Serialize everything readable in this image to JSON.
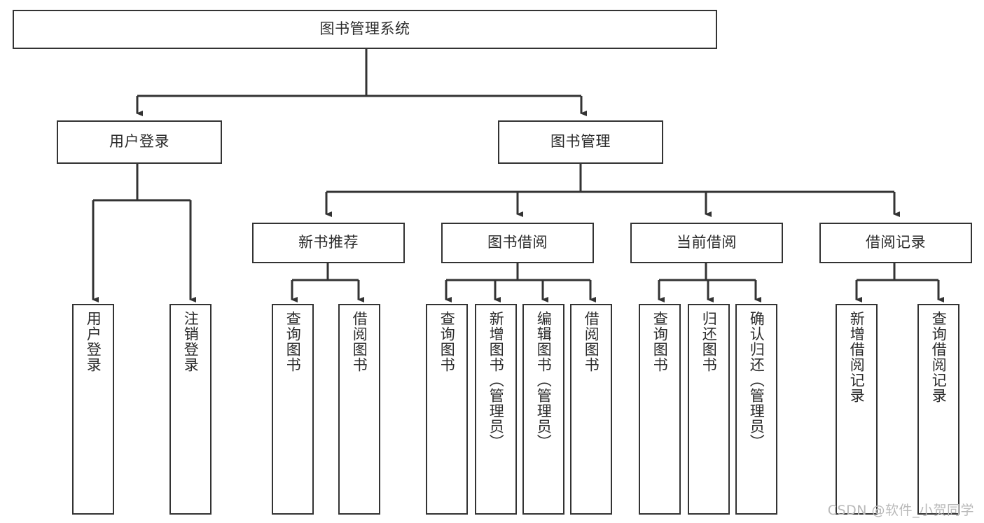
{
  "diagram": {
    "title": "图书管理系统",
    "root": {
      "label": "图书管理系统"
    },
    "level2": [
      {
        "label": "用户登录"
      },
      {
        "label": "图书管理"
      }
    ],
    "level3": [
      {
        "label": "新书推荐"
      },
      {
        "label": "图书借阅"
      },
      {
        "label": "当前借阅"
      },
      {
        "label": "借阅记录"
      }
    ],
    "leaves": [
      {
        "label": "用户登录"
      },
      {
        "label": "注销登录"
      },
      {
        "label": "查询图书"
      },
      {
        "label": "借阅图书"
      },
      {
        "label": "查询图书"
      },
      {
        "label": "新增图书（管理员）"
      },
      {
        "label": "编辑图书（管理员）"
      },
      {
        "label": "借阅图书"
      },
      {
        "label": "查询图书"
      },
      {
        "label": "归还图书"
      },
      {
        "label": "确认归还（管理员）"
      },
      {
        "label": "新增借阅记录"
      },
      {
        "label": "查询借阅记录"
      }
    ]
  },
  "watermark": {
    "text": "CSDN @软件_小贺同学"
  },
  "colors": {
    "background": "#ffffff",
    "box_border": "#333333",
    "box_fill": "#ffffff",
    "text": "#2b2b2b",
    "line": "#333333",
    "watermark": "#b9b9b9"
  }
}
